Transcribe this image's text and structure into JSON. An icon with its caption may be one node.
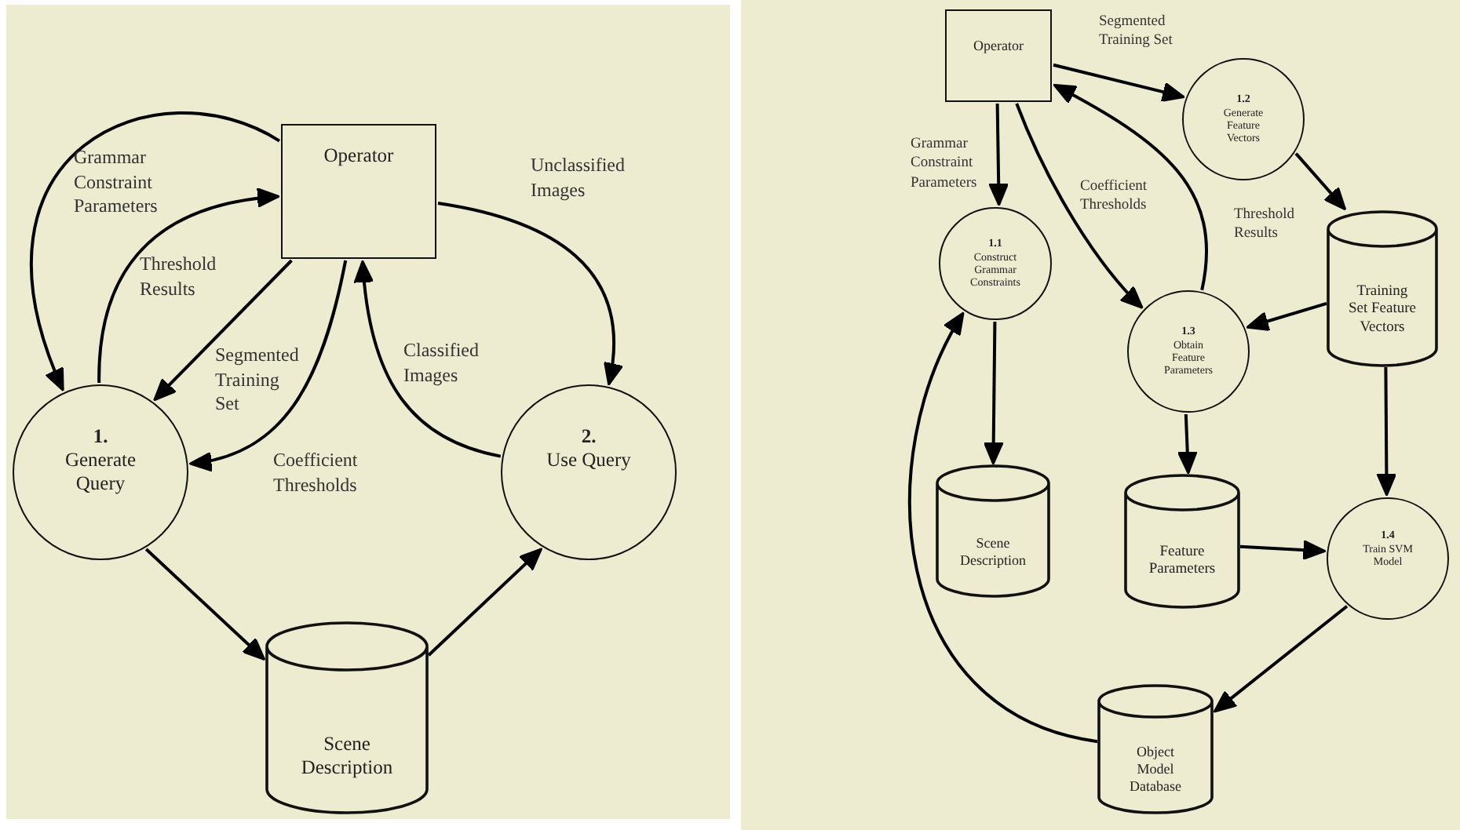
{
  "diagram": {
    "nodes": [
      {
        "text": [
          "Operator"
        ]
      },
      {
        "text": [
          "1.",
          "Generate Query"
        ]
      },
      {
        "text": [
          "2.",
          "Use Query"
        ]
      },
      {
        "text": [
          "Scene Description"
        ]
      },
      {
        "text": [
          "Operator"
        ]
      },
      {
        "text": [
          "1.2",
          "Generate Feature Vectors"
        ]
      },
      {
        "text": [
          "1.1",
          "Construct Grammar Constraints"
        ]
      },
      {
        "text": [
          "1.3",
          "Obtain Feature Parameters"
        ]
      },
      {
        "text": [
          "Training Set Feature Vectors"
        ]
      },
      {
        "text": [
          "Scene Description"
        ]
      },
      {
        "text": [
          "Feature Parameters"
        ]
      },
      {
        "text": [
          "1.4",
          "Train SVM Model"
        ]
      },
      {
        "text": [
          "Object Model Database"
        ]
      }
    ],
    "edges": [
      {
        "from": 0,
        "to": 1,
        "arrow": "to",
        "label": "Grammar Constraint Parameters"
      },
      {
        "from": 1,
        "to": 0,
        "arrow": "to",
        "label": "Threshold Results"
      },
      {
        "from": 0,
        "to": 1,
        "arrow": "to",
        "label": "Segmented Training Set"
      },
      {
        "from": 0,
        "to": 1,
        "arrow": "to",
        "label": "Coefficient Thresholds"
      },
      {
        "from": 2,
        "to": 0,
        "arrow": "to",
        "label": "Classified Images"
      },
      {
        "from": 0,
        "to": 2,
        "arrow": "to",
        "label": "Unclassified Images"
      },
      {
        "from": 1,
        "to": 3,
        "arrow": "to"
      },
      {
        "from": 3,
        "to": 2,
        "arrow": "to"
      },
      {
        "from": 4,
        "to": 5,
        "arrow": "to",
        "label": "Segmented Training Set"
      },
      {
        "from": 4,
        "to": 6,
        "arrow": "to",
        "label": "Grammar Constraint Parameters"
      },
      {
        "from": 4,
        "to": 7,
        "arrow": "to",
        "label": "Coefficient Thresholds"
      },
      {
        "from": 7,
        "to": 4,
        "arrow": "to",
        "label": "Threshold Results"
      },
      {
        "from": 5,
        "to": 8,
        "arrow": "to"
      },
      {
        "from": 8,
        "to": 7,
        "arrow": "to"
      },
      {
        "from": 6,
        "to": 9,
        "arrow": "to"
      },
      {
        "from": 7,
        "to": 10,
        "arrow": "to"
      },
      {
        "from": 8,
        "to": 11,
        "arrow": "to"
      },
      {
        "from": 10,
        "to": 11,
        "arrow": "to"
      },
      {
        "from": 11,
        "to": 12,
        "arrow": "to"
      },
      {
        "from": 12,
        "to": 6,
        "arrow": "to"
      }
    ]
  }
}
